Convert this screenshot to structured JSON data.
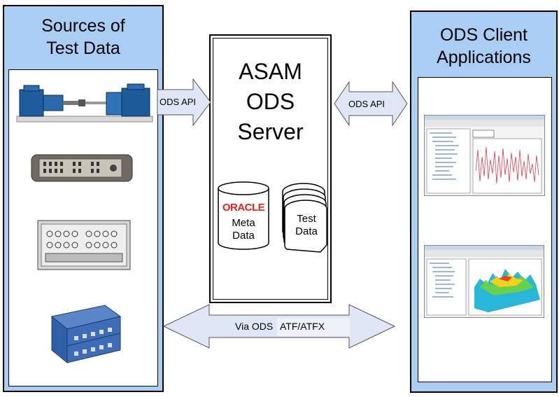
{
  "left_panel": {
    "title_line1": "Sources of",
    "title_line2": "Test Data"
  },
  "right_panel": {
    "title_line1": "ODS Client",
    "title_line2": "Applications"
  },
  "server": {
    "title_line1": "ASAM",
    "title_line2": "ODS",
    "title_line3": "Server",
    "oracle_logo": "ORACLE",
    "db_label_line1": "Meta",
    "db_label_line2": "Data",
    "files_label_line1": "Test",
    "files_label_line2": "Data"
  },
  "arrows": {
    "left_api": "ODS API",
    "right_api": "ODS API",
    "bottom_prefix": "Via ODS",
    "bottom_format": "ATF/ATFX"
  },
  "colors": {
    "panel_fill": "#a9cdf3",
    "arrow_fill": "#dfe6f6",
    "oracle_red": "#e8211c"
  }
}
